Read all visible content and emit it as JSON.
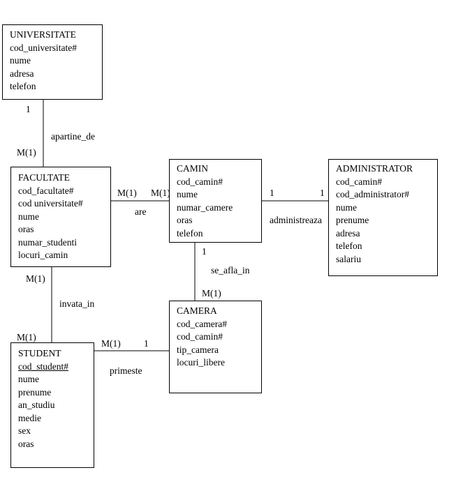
{
  "entities": [
    {
      "title": "UNIVERSITATE",
      "attributes": [
        "cod_universitate#",
        "nume",
        "adresa",
        "telefon"
      ]
    },
    {
      "title": "FACULTATE",
      "attributes": [
        "cod_facultate#",
        "cod universitate#",
        "nume",
        "oras",
        "numar_studenti",
        "locuri_camin"
      ]
    },
    {
      "title": "CAMIN",
      "attributes": [
        "cod_camin#",
        "nume",
        "numar_camere",
        "oras",
        "telefon"
      ]
    },
    {
      "title": "ADMINISTRATOR",
      "attributes": [
        "cod_camin#",
        "cod_administrator#",
        "nume",
        "prenume",
        "adresa",
        "telefon",
        "salariu"
      ]
    },
    {
      "title": "CAMERA",
      "attributes": [
        "cod_camera#",
        "cod_camin#",
        "tip_camera",
        "locuri_libere"
      ]
    },
    {
      "title": "STUDENT",
      "attributes": [
        "cod_student#",
        "nume",
        "prenume",
        "an_studiu",
        "medie",
        "sex",
        "oras"
      ]
    }
  ],
  "relationships": [
    {
      "name": "apartine_de",
      "card_a": "1",
      "card_b": "M(1)"
    },
    {
      "name": "are",
      "card_a": "M(1)",
      "card_b": "M(1)"
    },
    {
      "name": "administreaza",
      "card_a": "1",
      "card_b": "1"
    },
    {
      "name": "se_afla_in",
      "card_a": "1",
      "card_b": "M(1)"
    },
    {
      "name": "invata_in",
      "card_a": "M(1)",
      "card_b": "M(1)"
    },
    {
      "name": "primeste",
      "card_a": "M(1)",
      "card_b": "1"
    }
  ]
}
